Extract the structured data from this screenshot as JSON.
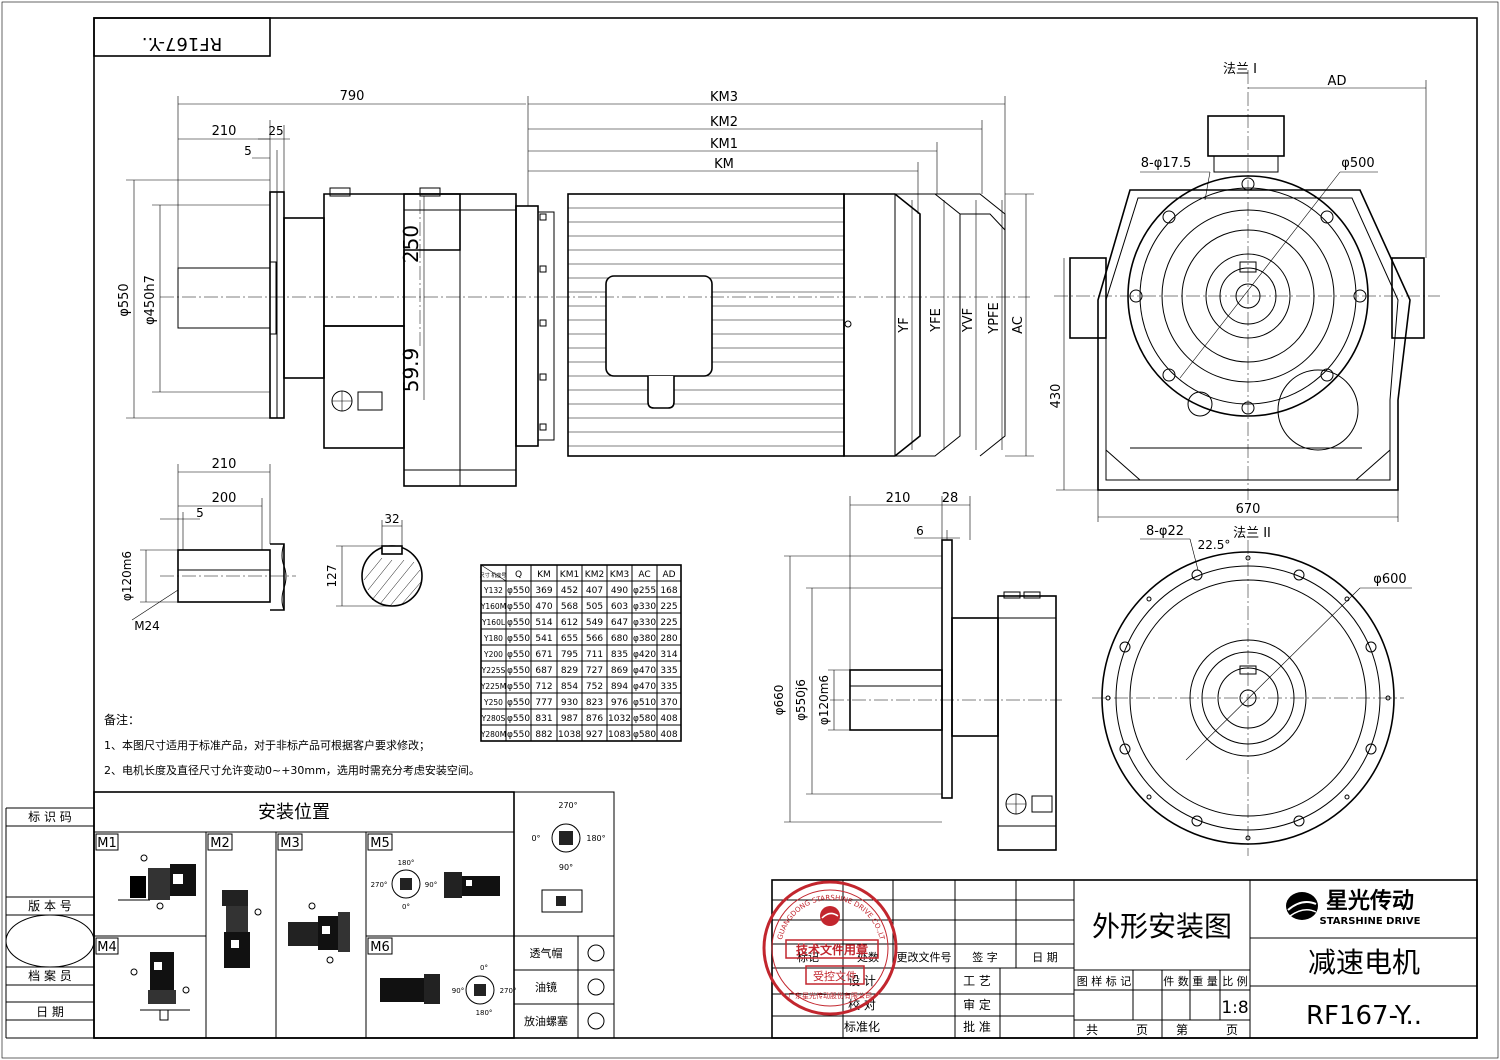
{
  "title_block_topleft": "RF167-Y..",
  "dims_side": {
    "d790": "790",
    "d210": "210",
    "d25": "25",
    "d5": "5",
    "dia550": "φ550",
    "dia450": "φ450h7",
    "d250": "250",
    "d59": "59.9",
    "km": "KM",
    "km1": "KM1",
    "km2": "KM2",
    "km3": "KM3",
    "yf": "YF",
    "yfe": "YFE",
    "yvf": "YVF",
    "ypfe": "YPFE",
    "ac": "AC"
  },
  "dims_front": {
    "flange1": "法兰 I",
    "ad": "AD",
    "bolts": "8-φ17.5",
    "dia500": "φ500",
    "d430": "430",
    "d670": "670"
  },
  "dims_shaft": {
    "d210": "210",
    "d200": "200",
    "d5": "5",
    "dia120": "φ120m6",
    "thread": "M24",
    "key32": "32",
    "key127": "127"
  },
  "dims_flange2": {
    "d210": "210",
    "d28": "28",
    "d6": "6",
    "dia660": "φ660",
    "dia550": "φ550j6",
    "dia120": "φ120m6",
    "flange2": "法兰 II",
    "bolts": "8-φ22",
    "angle": "22.5°",
    "dia600": "φ600"
  },
  "table": {
    "corner": "尺寸 机座号",
    "headers": [
      "Q",
      "KM",
      "KM1",
      "KM2",
      "KM3",
      "AC",
      "AD"
    ],
    "rows": [
      [
        "Y132",
        "φ550",
        "369",
        "452",
        "407",
        "490",
        "φ255",
        "168"
      ],
      [
        "Y160M",
        "φ550",
        "470",
        "568",
        "505",
        "603",
        "φ330",
        "225"
      ],
      [
        "Y160L",
        "φ550",
        "514",
        "612",
        "549",
        "647",
        "φ330",
        "225"
      ],
      [
        "Y180",
        "φ550",
        "541",
        "655",
        "566",
        "680",
        "φ380",
        "280"
      ],
      [
        "Y200",
        "φ550",
        "671",
        "795",
        "711",
        "835",
        "φ420",
        "314"
      ],
      [
        "Y225S",
        "φ550",
        "687",
        "829",
        "727",
        "869",
        "φ470",
        "335"
      ],
      [
        "Y225M",
        "φ550",
        "712",
        "854",
        "752",
        "894",
        "φ470",
        "335"
      ],
      [
        "Y250",
        "φ550",
        "777",
        "930",
        "823",
        "976",
        "φ510",
        "370"
      ],
      [
        "Y280S",
        "φ550",
        "831",
        "987",
        "876",
        "1032",
        "φ580",
        "408"
      ],
      [
        "Y280M",
        "φ550",
        "882",
        "1038",
        "927",
        "1083",
        "φ580",
        "408"
      ]
    ]
  },
  "notes": {
    "title": "备注：",
    "n1": "1、本图尺寸适用于标准产品，对于非标产品可根据客户要求修改；",
    "n2": "2、电机长度及直径尺寸允许变动0~+30mm，选用时需充分考虑安装空间。"
  },
  "left_strip": {
    "biaoshima": "标 识 码",
    "banbenhao": "版 本 号",
    "danganyuan": "档 案 员",
    "riqi": "日    期"
  },
  "mounting": {
    "title": "安装位置",
    "labels": [
      "M1",
      "M2",
      "M3",
      "M5",
      "M4",
      "M6"
    ],
    "angles": {
      "a270": "270°",
      "a0": "0°",
      "a180": "180°",
      "a90": "90°"
    },
    "parts": [
      "透气帽",
      "油镜",
      "放油螺塞"
    ]
  },
  "title_block": {
    "drawing_name": "外形安装图",
    "product": "减速电机",
    "model": "RF167-Y..",
    "company_cn": "星光传动",
    "company_en": "STARSHINE DRIVE",
    "scale": "1:8",
    "headers": {
      "biaoji": "标记",
      "chushu": "处数",
      "gengai": "更改文件号",
      "qianzi": "签    字",
      "riqi": "日    期"
    },
    "rows": {
      "sheji": "设    计",
      "gongyi": "工    艺",
      "jiaodui": "校    对",
      "shending": "审    定",
      "biaozhunhua": "标准化",
      "pizhun": "批    准"
    },
    "attrs": {
      "tuyang": "图 样 标 记",
      "jianshu": "件 数",
      "zhongliang": "重 量",
      "bili": "比 例"
    },
    "pages": {
      "gong": "共",
      "ye1": "页",
      "di": "第",
      "ye2": "页"
    }
  },
  "stamp": {
    "ring": "GUANGDONG STARSHINE DRIVE CO.,LTD",
    "line1": "技术文件用章",
    "line2": "受控文件",
    "bottom": "广东星光传动股份有限公司"
  },
  "colors": {
    "line": "#000000",
    "stamp": "#c2262e"
  }
}
